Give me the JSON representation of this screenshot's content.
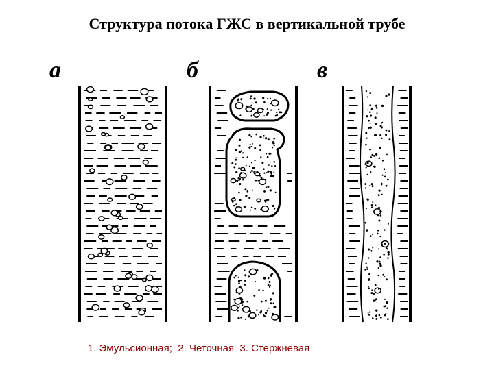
{
  "slide": {
    "title": "Структура потока ГЖС в вертикальной трубе",
    "caption": "1. Эмульсионная;  2. Четочная  3. Стержневая"
  },
  "diagram": {
    "panels": [
      {
        "id": "a",
        "letter": "а",
        "regime": "emulsion"
      },
      {
        "id": "b",
        "letter": "б",
        "regime": "slug"
      },
      {
        "id": "c",
        "letter": "в",
        "regime": "core"
      }
    ]
  },
  "colors": {
    "ink": "#000000",
    "caption": "#8b0000"
  }
}
